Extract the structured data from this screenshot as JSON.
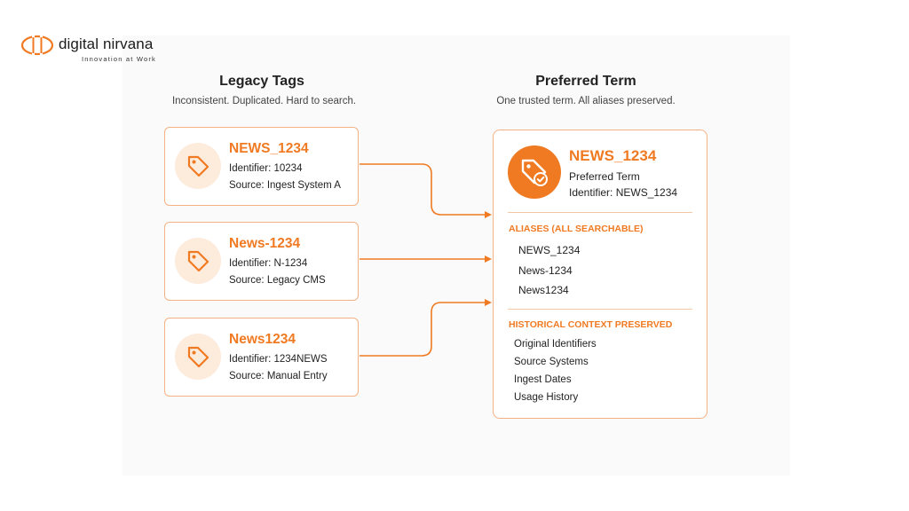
{
  "brand": {
    "name": "digital nirvana",
    "tagline": "Innovation at Work",
    "accent": "#f07a22"
  },
  "legacy": {
    "title": "Legacy Tags",
    "subtitle": "Inconsistent. Duplicated. Hard to search.",
    "cards": [
      {
        "name": "NEWS_1234",
        "identifier": "Identifier: 10234",
        "source": "Source: Ingest System A",
        "icon": "tag-icon"
      },
      {
        "name": "News-1234",
        "identifier": "Identifier: N-1234",
        "source": "Source: Legacy CMS",
        "icon": "tag-icon"
      },
      {
        "name": "News1234",
        "identifier": "Identifier: 1234NEWS",
        "source": "Source: Manual Entry",
        "icon": "tag-icon"
      }
    ]
  },
  "preferred": {
    "title": "Preferred Term",
    "subtitle": "One trusted term. All aliases preserved.",
    "term": "NEWS_1234",
    "label": "Preferred Term",
    "identifier": "Identifier: NEWS_1234",
    "icon": "verified-tag-icon",
    "aliases_heading": "ALIASES (ALL SEARCHABLE)",
    "aliases": [
      "NEWS_1234",
      "News-1234",
      "News1234"
    ],
    "history_heading": "HISTORICAL CONTEXT PRESERVED",
    "history": [
      "Original Identifiers",
      "Source Systems",
      "Ingest Dates",
      "Usage History"
    ]
  }
}
